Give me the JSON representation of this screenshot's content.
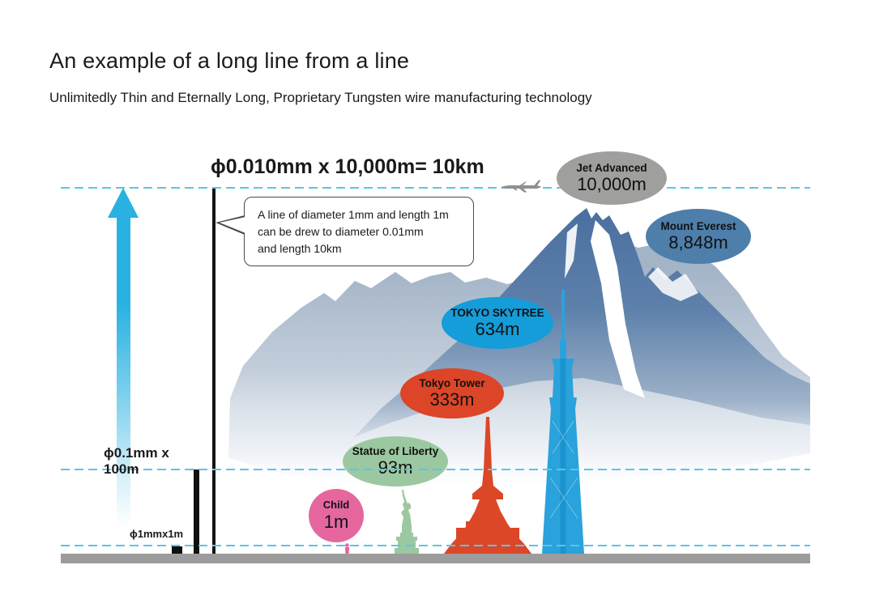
{
  "header": {
    "title": "An example of a long line from a line",
    "subtitle": "Unlimitedly Thin and Eternally Long, Proprietary Tungsten wire manufacturing technology"
  },
  "scene": {
    "formula": "ϕ0.010mm x 10,000m= 10km",
    "label_100m": "ϕ0.1mm x 100m",
    "label_1m": "ϕ1mmx1m",
    "callout": {
      "line1": "A line of diameter 1mm and length 1m",
      "line2": "can be drew to diameter 0.01mm",
      "line3": "and length 10km"
    },
    "markers": {
      "jet": {
        "label": "Jet Advanced",
        "value": "10,000m",
        "color": "#9f9f9d"
      },
      "everest": {
        "label": "Mount Everest",
        "value": "8,848m",
        "color": "#4e7fab"
      },
      "skytree": {
        "label": "TOKYO SKYTREE",
        "value": "634m",
        "color": "#149dd8"
      },
      "tokyo_tower": {
        "label": "Tokyo Tower",
        "value": "333m",
        "color": "#dc4527"
      },
      "statue": {
        "label": "Statue of Liberty",
        "value": "93m",
        "color": "#9cc8a1"
      },
      "child": {
        "label": "Child",
        "value": "1m",
        "color": "#e5679e"
      }
    },
    "colors": {
      "dashed_line": "#57c6e9",
      "arrow": "#29b2e1",
      "wire_line": "#141414",
      "ground": "#9c9c9c",
      "mountain_front": "#4a6f9f",
      "mountain_back": "#a3b4c7",
      "skytree_silhouette": "#2aa2db",
      "tokyo_tower_silhouette": "#dc4728",
      "statue_silhouette": "#9cc8a1",
      "child_silhouette": "#e5679e",
      "airplane": "#8f8f8d"
    }
  }
}
